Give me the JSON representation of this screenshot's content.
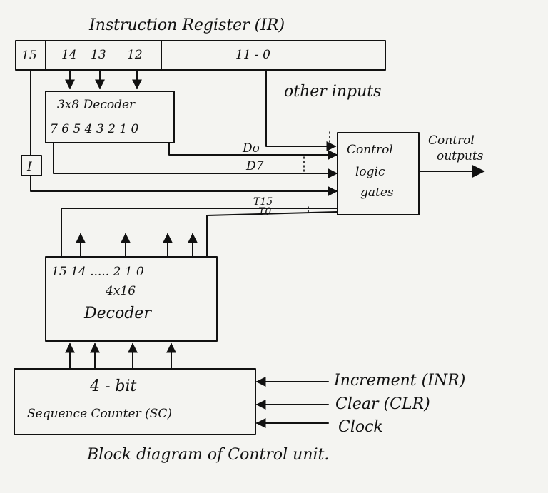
{
  "title": "Instruction Register (IR)",
  "ir": {
    "bit15": "15",
    "bit14": "14",
    "bit13": "13",
    "bit12": "12",
    "bits_low": "11 - 0"
  },
  "other_inputs": "other inputs",
  "decoder_3x8": {
    "title": "3x8 Decoder",
    "outputs": "7  6 5 4 3 2 1 0"
  },
  "i_flipflop": "I",
  "signals": {
    "d0": "Do",
    "d7": "D7",
    "t15": "T15",
    "t0": "T0"
  },
  "control_gates": {
    "line1": "Control",
    "line2": "logic",
    "line3": "gates"
  },
  "control_outputs": {
    "line1": "Control",
    "line2": "outputs"
  },
  "decoder_4x16": {
    "outputs": "15 14 ..... 2  1 0",
    "title_line1": "4x16",
    "title_line2": "Decoder"
  },
  "sequence_counter": {
    "line1": "4 - bit",
    "line2": "Sequence Counter (SC)"
  },
  "sc_inputs": {
    "increment": "Increment (INR)",
    "clear": "Clear  (CLR)",
    "clock": "Clock"
  },
  "caption": "Block diagram of Control unit."
}
